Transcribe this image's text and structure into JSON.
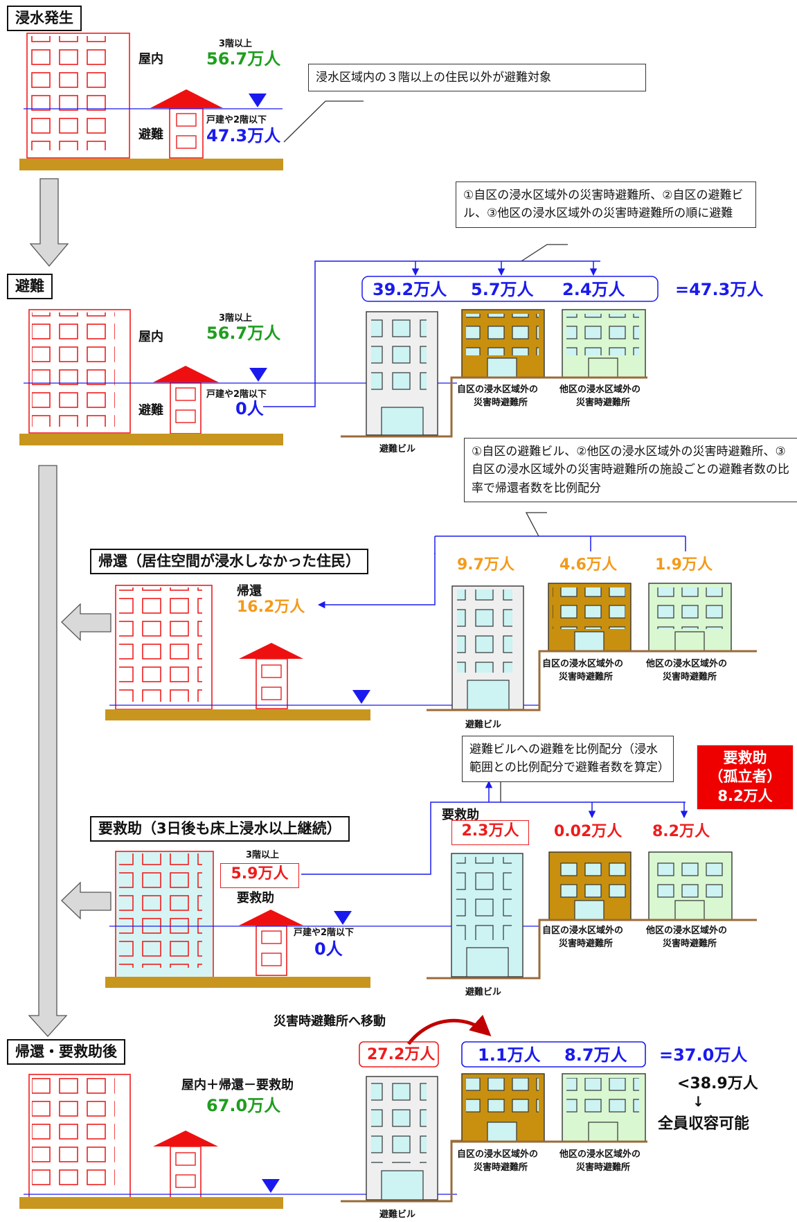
{
  "stage1": {
    "title": "浸水発生",
    "indoor": "屋内",
    "evac": "避難",
    "upper_caption": "3階以上",
    "upper_value": "56.7万人",
    "lower_caption": "戸建や2階以下",
    "lower_value": "47.3万人",
    "callout": "浸水区域内の３階以上の住民以外が避難対象"
  },
  "stage2": {
    "title": "避難",
    "indoor": "屋内",
    "evac": "避難",
    "upper_caption": "3階以上",
    "upper_value": "56.7万人",
    "lower_caption": "戸建や2階以下",
    "lower_value": "0人",
    "callout": "①自区の浸水区域外の災害時避難所、②自区の避難ビル、③他区の浸水区域外の災害時避難所の順に避難",
    "counts": [
      "39.2万人",
      "5.7万人",
      "2.4万人"
    ],
    "total": "=47.3万人",
    "bldg_evac": "避難ビル",
    "bldg_own_1": "自区の浸水区域外の",
    "bldg_own_2": "災害時避難所",
    "bldg_other_1": "他区の浸水区域外の",
    "bldg_other_2": "災害時避難所"
  },
  "stage3": {
    "title": "帰還（居住空間が浸水しなかった住民）",
    "return_label": "帰還",
    "return_value": "16.2万人",
    "callout": "①自区の避難ビル、②他区の浸水区域外の災害時避難所、③自区の浸水区域外の災害時避難所の施設ごとの避難者数の比率で帰還者数を比例配分",
    "counts": [
      "9.7万人",
      "4.6万人",
      "1.9万人"
    ],
    "bldg_evac": "避難ビル",
    "bldg_own_1": "自区の浸水区域外の",
    "bldg_own_2": "災害時避難所",
    "bldg_other_1": "他区の浸水区域外の",
    "bldg_other_2": "災害時避難所"
  },
  "stage4": {
    "title": "要救助（3日後も床上浸水以上継続）",
    "upper_caption": "3階以上",
    "upper_value": "5.9万人",
    "rescue_label": "要救助",
    "lower_caption": "戸建や2階以下",
    "lower_value": "0人",
    "callout": "避難ビルへの避難を比例配分（浸水範囲との比例配分で避難者数を算定）",
    "rescue_need": "要救助",
    "counts": [
      "2.3万人",
      "0.02万人",
      "8.2万人"
    ],
    "red_box_1": "要救助",
    "red_box_2": "（孤立者）",
    "red_box_3": "8.2万人",
    "bldg_evac": "避難ビル",
    "bldg_own_1": "自区の浸水区域外の",
    "bldg_own_2": "災害時避難所",
    "bldg_other_1": "他区の浸水区域外の",
    "bldg_other_2": "災害時避難所"
  },
  "stage5": {
    "title": "帰還・要救助後",
    "formula": "屋内＋帰還－要救助",
    "value": "67.0万人",
    "move_label": "災害時避難所へ移動",
    "counts": [
      "27.2万人",
      "1.1万人",
      "8.7万人"
    ],
    "total": "=37.0万人",
    "capacity": "<38.9万人",
    "down_arrow": "↓",
    "conclusion": "全員収容可能",
    "bldg_evac": "避難ビル",
    "bldg_own_1": "自区の浸水区域外の",
    "bldg_own_2": "災害時避難所",
    "bldg_other_1": "他区の浸水区域外の",
    "bldg_other_2": "災害時避難所"
  },
  "colors": {
    "red": "#ee1c1c",
    "blue": "#1a1aee",
    "green": "#1f9e1f",
    "orange": "#f39a1a",
    "ground": "#c8961e",
    "own_shelter": "#c8900e",
    "other_shelter": "#d9f7d0",
    "evac_bldg_window": "#cdf3f3",
    "isolated_apartment": "#d6f4f4"
  }
}
